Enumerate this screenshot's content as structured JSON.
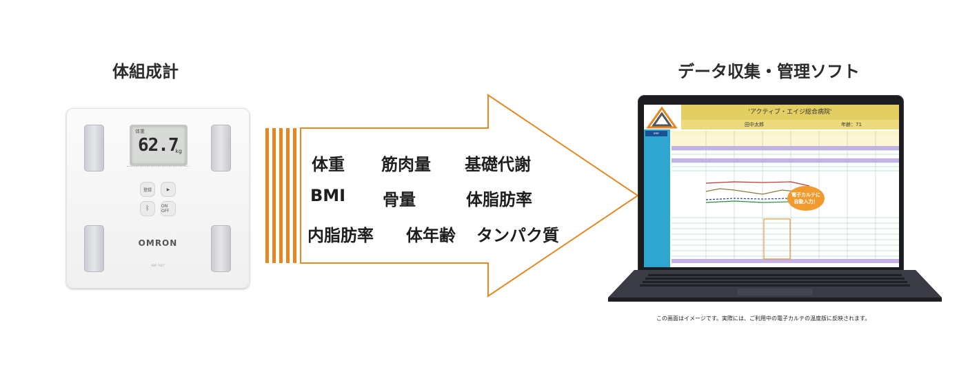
{
  "left_heading": "体組成計",
  "right_heading": "データ収集・管理ソフト",
  "scale": {
    "brand": "OMRON",
    "display_value": "62.7",
    "display_unit": "kg",
    "display_top": "体重",
    "model_text": "HBF-702T",
    "btn_labels": [
      "登録",
      "▶",
      "",
      "ON OFF"
    ]
  },
  "metrics": [
    [
      "体重",
      "筋肉量",
      "基礎代謝"
    ],
    [
      "BMI",
      "骨量",
      "体脂肪率"
    ],
    [
      "内脂肪率",
      "体年齢",
      "タンパク質"
    ]
  ],
  "software": {
    "hospital": "'アクティブ・エイジ総合病院'",
    "patient_name": "田中太郎",
    "patient_age": "年齢：71",
    "sidebar_button": "emr",
    "callout_line1": "電子カルテに",
    "callout_line2": "自動入力！"
  },
  "footnote": "この画面はイメージです。実際には、ご利用中の電子カルテの温度版に反映されます。",
  "colors": {
    "arrow": "#e7871f",
    "header": "#e3ce62",
    "sidebar": "#2fa6cf",
    "callout": "#f19a2e"
  }
}
